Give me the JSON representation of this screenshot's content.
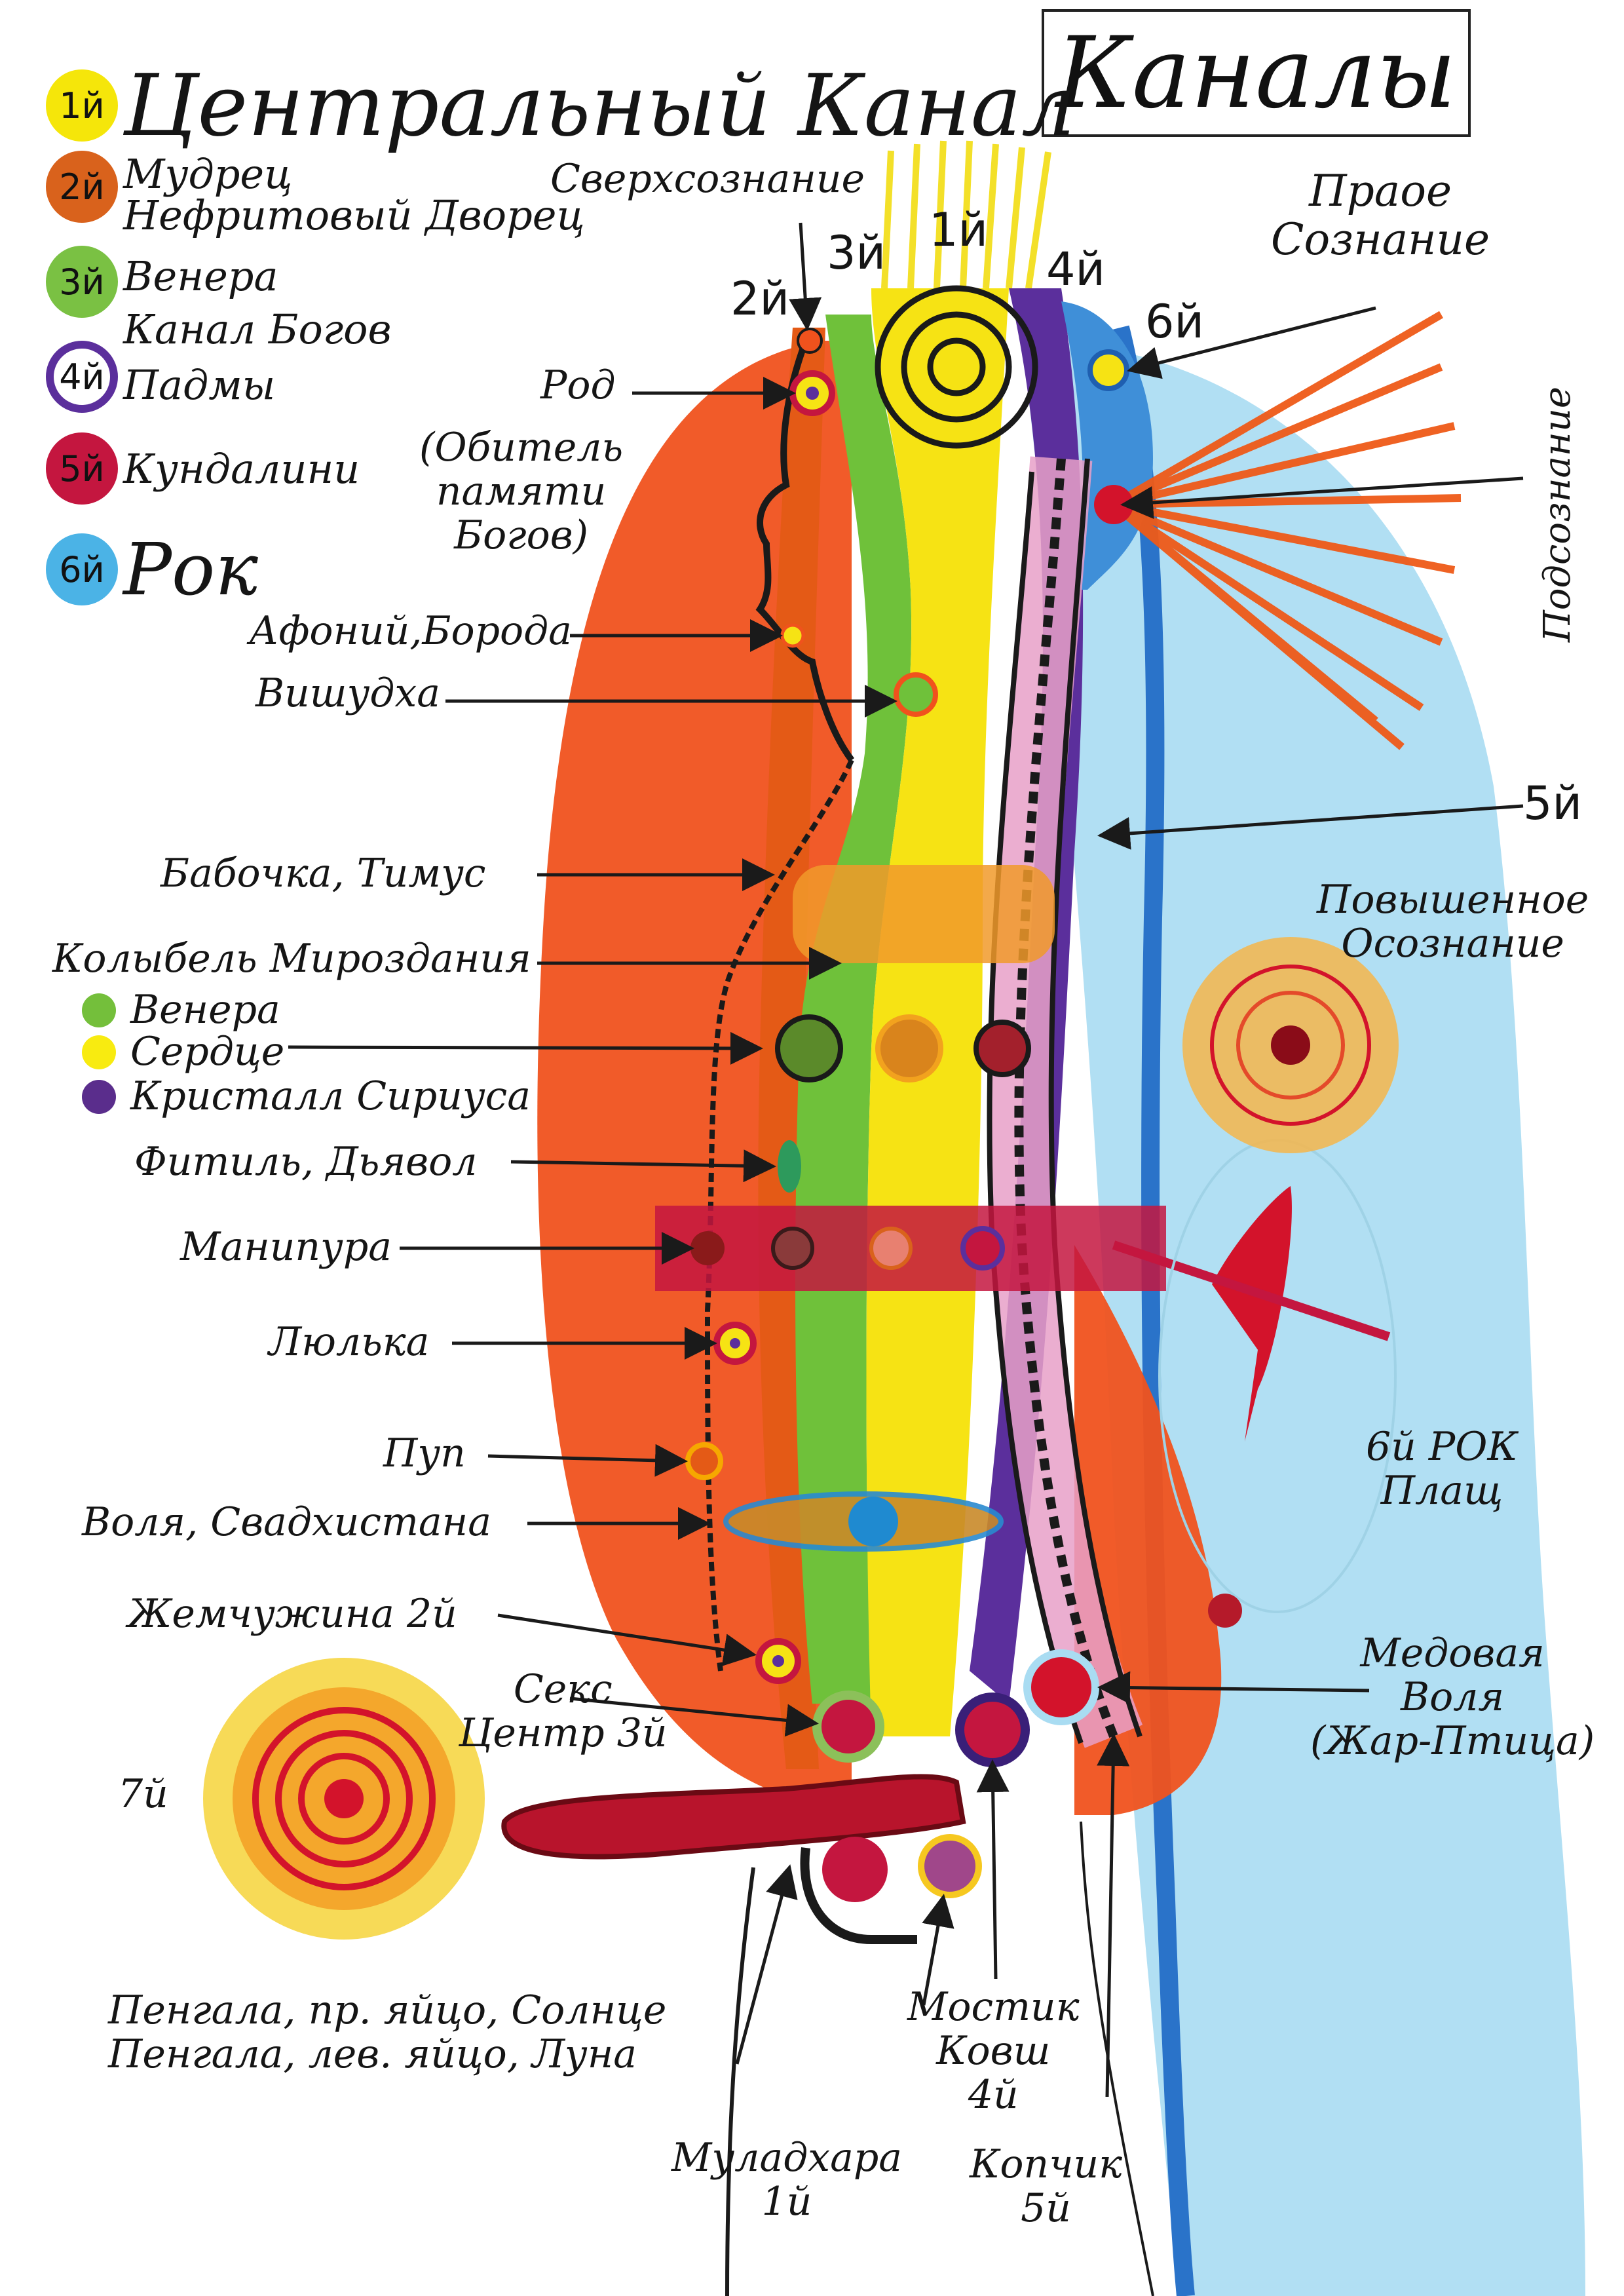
{
  "title": "Каналы",
  "legend": [
    {
      "num": "1й",
      "label": "Центральный Канал",
      "color": "#f5e60a"
    },
    {
      "num": "2й",
      "label": "Мудрец",
      "color": "#d9621c"
    },
    {
      "num": "3й",
      "label": "Нефритовый Дворец",
      "color": "#7ac143"
    },
    {
      "num": "",
      "label": "Венера",
      "color": ""
    },
    {
      "num": "4й",
      "label": "Канал Богов",
      "color": "#ffffff"
    },
    {
      "num": "",
      "label": "Падмы",
      "color": ""
    },
    {
      "num": "5й",
      "label": "Кундалини",
      "color": "#c4163f"
    },
    {
      "num": "6й",
      "label": "Рок",
      "color": "#4bb3e6"
    }
  ],
  "colors": {
    "orange": "#f0521d",
    "yellow": "#f6e314",
    "green": "#6fc13a",
    "purple": "#5b2f9c",
    "red": "#d3132b",
    "skyblue": "#a9dcf2",
    "blue": "#2a73c9",
    "dark": "#1a1a1a"
  },
  "heart_legend": [
    {
      "label": "Венера",
      "color": "#74bf3b"
    },
    {
      "label": "Сердце",
      "color": "#f8eb10"
    },
    {
      "label": "Кристалл Сириуса",
      "color": "#5a2d8c"
    }
  ],
  "channel_numbers": {
    "n1": "1й",
    "n2": "2й",
    "n3": "3й",
    "n4": "4й",
    "n5": "5й",
    "n6": "6й"
  },
  "labels": {
    "sverhsoznanie": "Сверхсознание",
    "praoe": "Праое\nСознание",
    "podsoznanie": "Подсознание",
    "rod": "Род",
    "obitel": "(Обитель\nпамяти\nБогов)",
    "afoniy": "Афоний,Борода",
    "vishudha": "Вишудха",
    "babochka": "Бабочка, Тимус",
    "kolybel": "Колыбель Мироздания",
    "fitil": "Фитиль, Дьявол",
    "manipura": "Манипура",
    "lyulka": "Люлька",
    "pup": "Пуп",
    "volya": "Воля, Свадхистана",
    "zhemchuzhina": "Жемчужина 2й",
    "seks": "Секс\nЦентр 3й",
    "sem": "7й",
    "pengala": "Пенгала, пр. яйцо, Солнце\nПенгала, лев. яйцо, Луна",
    "muladhara": "Муладхара\n1й",
    "mostik": "Мостик\nКовш\n4й",
    "kopchik": "Копчик\n5й",
    "povyshennoe": "Повышенное\nОсознание",
    "rok_plasch": "6й РОК\nПлащ",
    "medovaya": "Медовая\nВоля\n(Жар-Птица)"
  }
}
